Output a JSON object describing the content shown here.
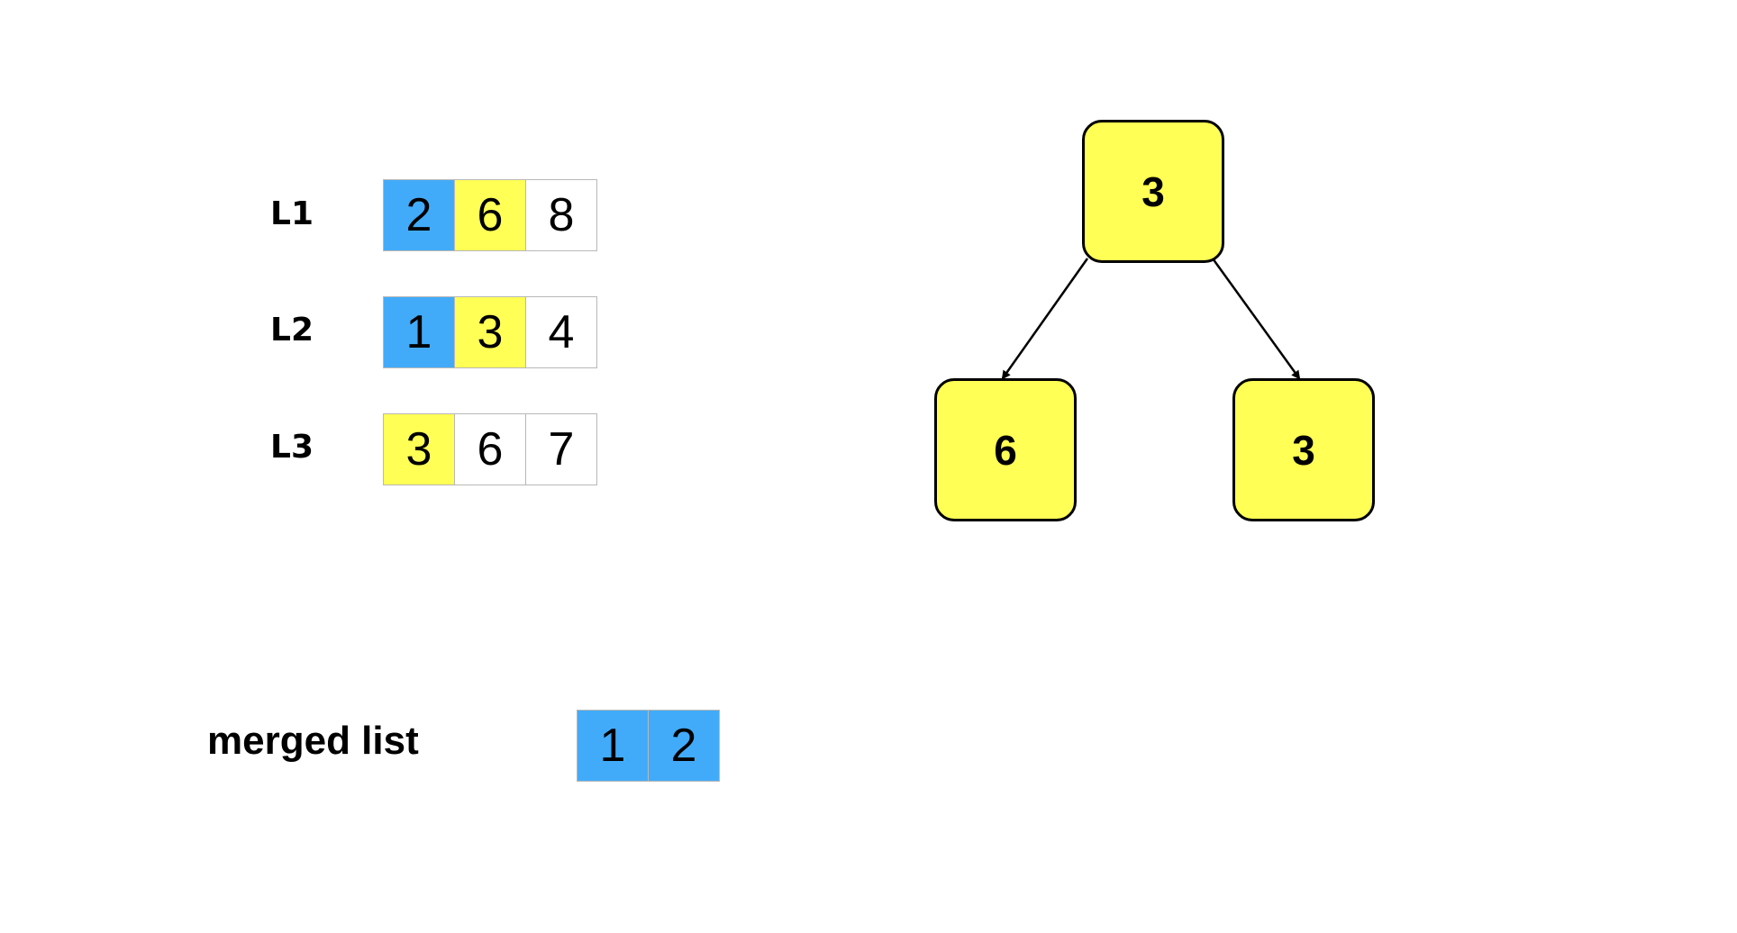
{
  "lists": [
    {
      "label": "L1",
      "cells": [
        {
          "value": "2",
          "highlight": "blue"
        },
        {
          "value": "6",
          "highlight": "yellow"
        },
        {
          "value": "8",
          "highlight": "none"
        }
      ]
    },
    {
      "label": "L2",
      "cells": [
        {
          "value": "1",
          "highlight": "blue"
        },
        {
          "value": "3",
          "highlight": "yellow"
        },
        {
          "value": "4",
          "highlight": "none"
        }
      ]
    },
    {
      "label": "L3",
      "cells": [
        {
          "value": "3",
          "highlight": "yellow"
        },
        {
          "value": "6",
          "highlight": "none"
        },
        {
          "value": "7",
          "highlight": "none"
        }
      ]
    }
  ],
  "merged": {
    "label": "merged list",
    "cells": [
      {
        "value": "1",
        "highlight": "blue"
      },
      {
        "value": "2",
        "highlight": "blue"
      }
    ]
  },
  "heap": {
    "root": "3",
    "left": "6",
    "right": "3"
  },
  "colors": {
    "blue": "#42abf9",
    "yellow": "#ffff55",
    "node_border": "#000000"
  }
}
